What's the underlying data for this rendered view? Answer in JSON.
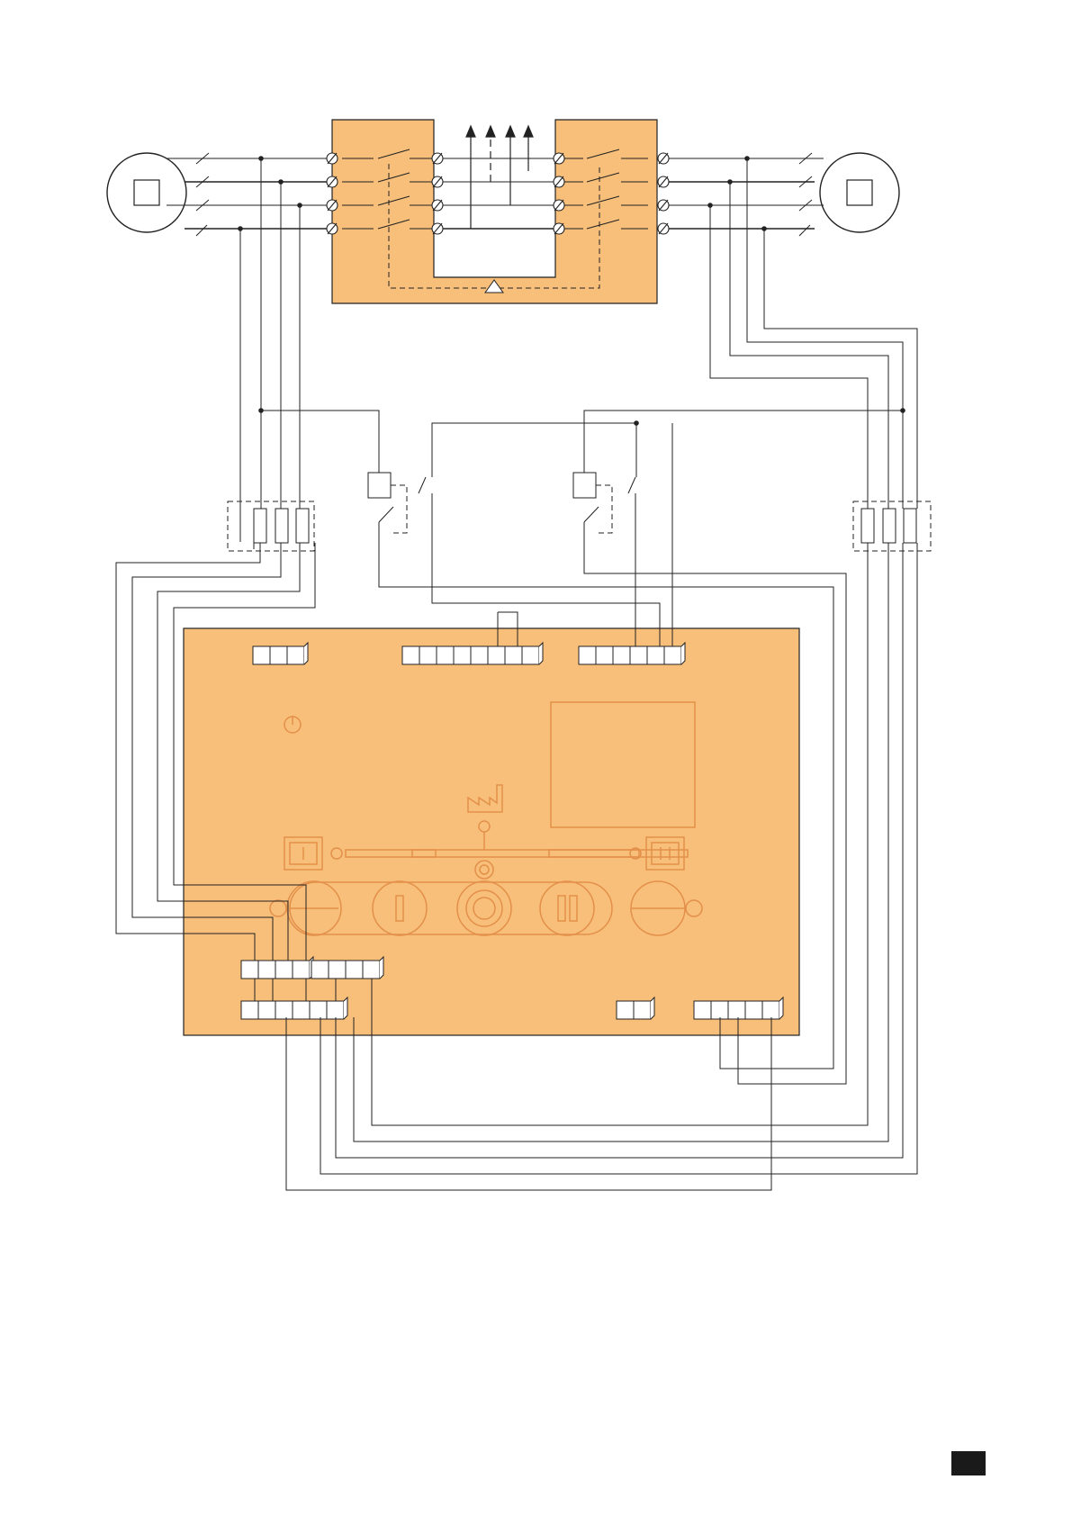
{
  "colors": {
    "device_fill": "#f8bf7b",
    "panel_markings": "#e3904a",
    "line": "#222222",
    "corner_mark": "#1a1a1a"
  },
  "diagram": {
    "sources": [
      "source-1",
      "source-2"
    ],
    "switch_module": {
      "poles": 4,
      "load_arrows": 4
    },
    "fuse_blocks": [
      "left-fuse-block",
      "right-fuse-block"
    ],
    "relays": [
      "relay-left",
      "relay-right"
    ],
    "controller": {
      "top_terminal_blocks": [
        3,
        8,
        6
      ],
      "bottom_terminal_blocks": [
        4,
        4,
        6,
        2,
        5
      ],
      "icons": [
        "power-icon",
        "factory-icon",
        "position-1-icon",
        "position-2-icon",
        "zero-position-icon",
        "rotary-icon",
        "indicator-dot"
      ]
    },
    "corner_mark": "page-marker"
  }
}
